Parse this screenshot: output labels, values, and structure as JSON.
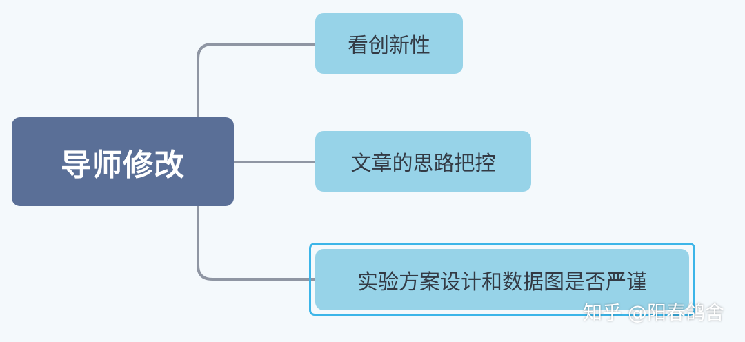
{
  "diagram": {
    "root": {
      "label": "导师修改"
    },
    "children": [
      {
        "label": "看创新性",
        "selected": false
      },
      {
        "label": "文章的思路把控",
        "selected": false
      },
      {
        "label": "实验方案设计和数据图是否严谨",
        "selected": true
      }
    ]
  },
  "watermark": "知乎 @阳春鸽舍",
  "colors": {
    "background": "#f4f9fc",
    "root_fill": "#5a6f97",
    "child_fill": "#97d3e8",
    "connector": "#8f96a3",
    "selection": "#3cb5e8"
  }
}
